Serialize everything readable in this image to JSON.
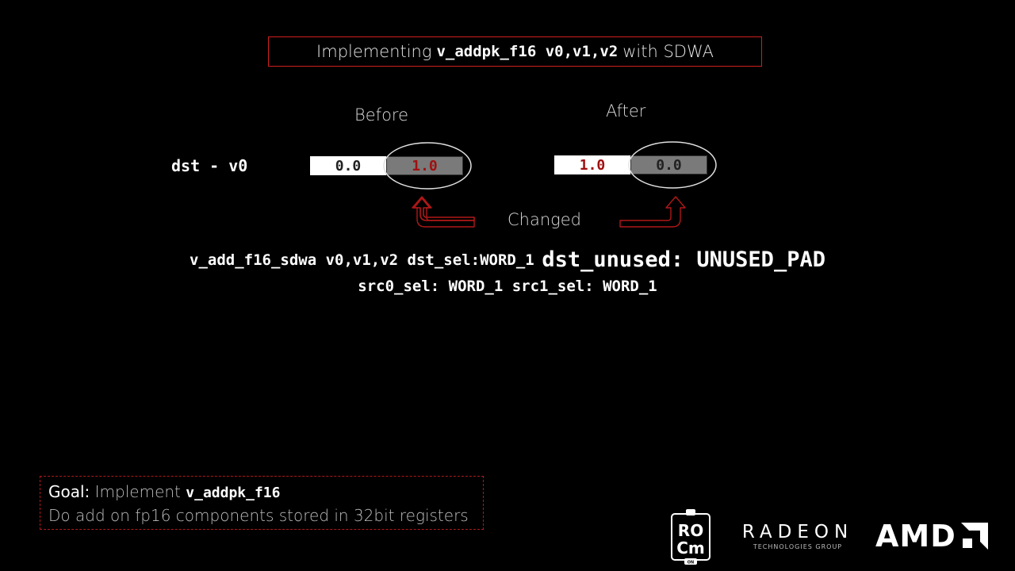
{
  "title": {
    "prefix": "Implementing",
    "code": "v_addpk_f16 v0,v1,v2",
    "suffix": "with SDWA"
  },
  "labels": {
    "before": "Before",
    "after": "After",
    "changed": "Changed",
    "dst": "dst - v0"
  },
  "registers": {
    "before": {
      "low": "0.0",
      "high": "1.0"
    },
    "after": {
      "low": "1.0",
      "high": "0.0"
    }
  },
  "instruction": {
    "line1_main": "v_add_f16_sdwa v0,v1,v2 dst_sel:WORD_1",
    "line1_big": "dst_unused: UNUSED_PAD",
    "line2": "src0_sel: WORD_1 src1_sel: WORD_1"
  },
  "goal": {
    "key": "Goal:",
    "text": "Implement",
    "code": "v_addpk_f16",
    "line2": "Do add on fp16 components stored in 32bit registers"
  },
  "logos": {
    "rocm_top": "RO",
    "rocm_bottom": "Cm",
    "rocm_on": "ON",
    "radeon": "RADEON",
    "radeon_sub": "TECHNOLOGIES GROUP",
    "amd": "AMD"
  },
  "colors": {
    "accent_red": "#d01e1e",
    "value_red": "#a01010",
    "cell_white": "#ffffff",
    "cell_gray": "#7a7a7a"
  }
}
